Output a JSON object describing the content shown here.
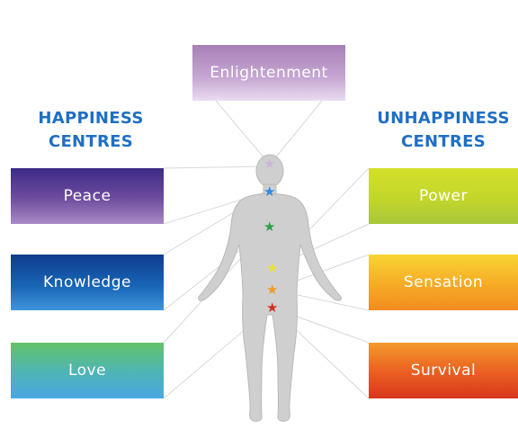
{
  "headings": {
    "happiness_line1": "HAPPINESS",
    "happiness_line2": "CENTRES",
    "unhappiness_line1": "UNHAPPINESS",
    "unhappiness_line2": "CENTRES"
  },
  "centres": {
    "enlightenment": "Enlightenment",
    "peace": "Peace",
    "knowledge": "Knowledge",
    "love": "Love",
    "power": "Power",
    "sensation": "Sensation",
    "survival": "Survival"
  },
  "colors": {
    "heading": "#1f6fc4",
    "crown_star": "#c9b5d6",
    "throat_star": "#2e8be0",
    "heart_star": "#2ea04a",
    "solar_star": "#e8e234",
    "sacral_star": "#f19a2a",
    "root_star": "#d5301e"
  },
  "icons": {
    "chakra_marker": "star-icon",
    "figure": "human-body-silhouette"
  }
}
